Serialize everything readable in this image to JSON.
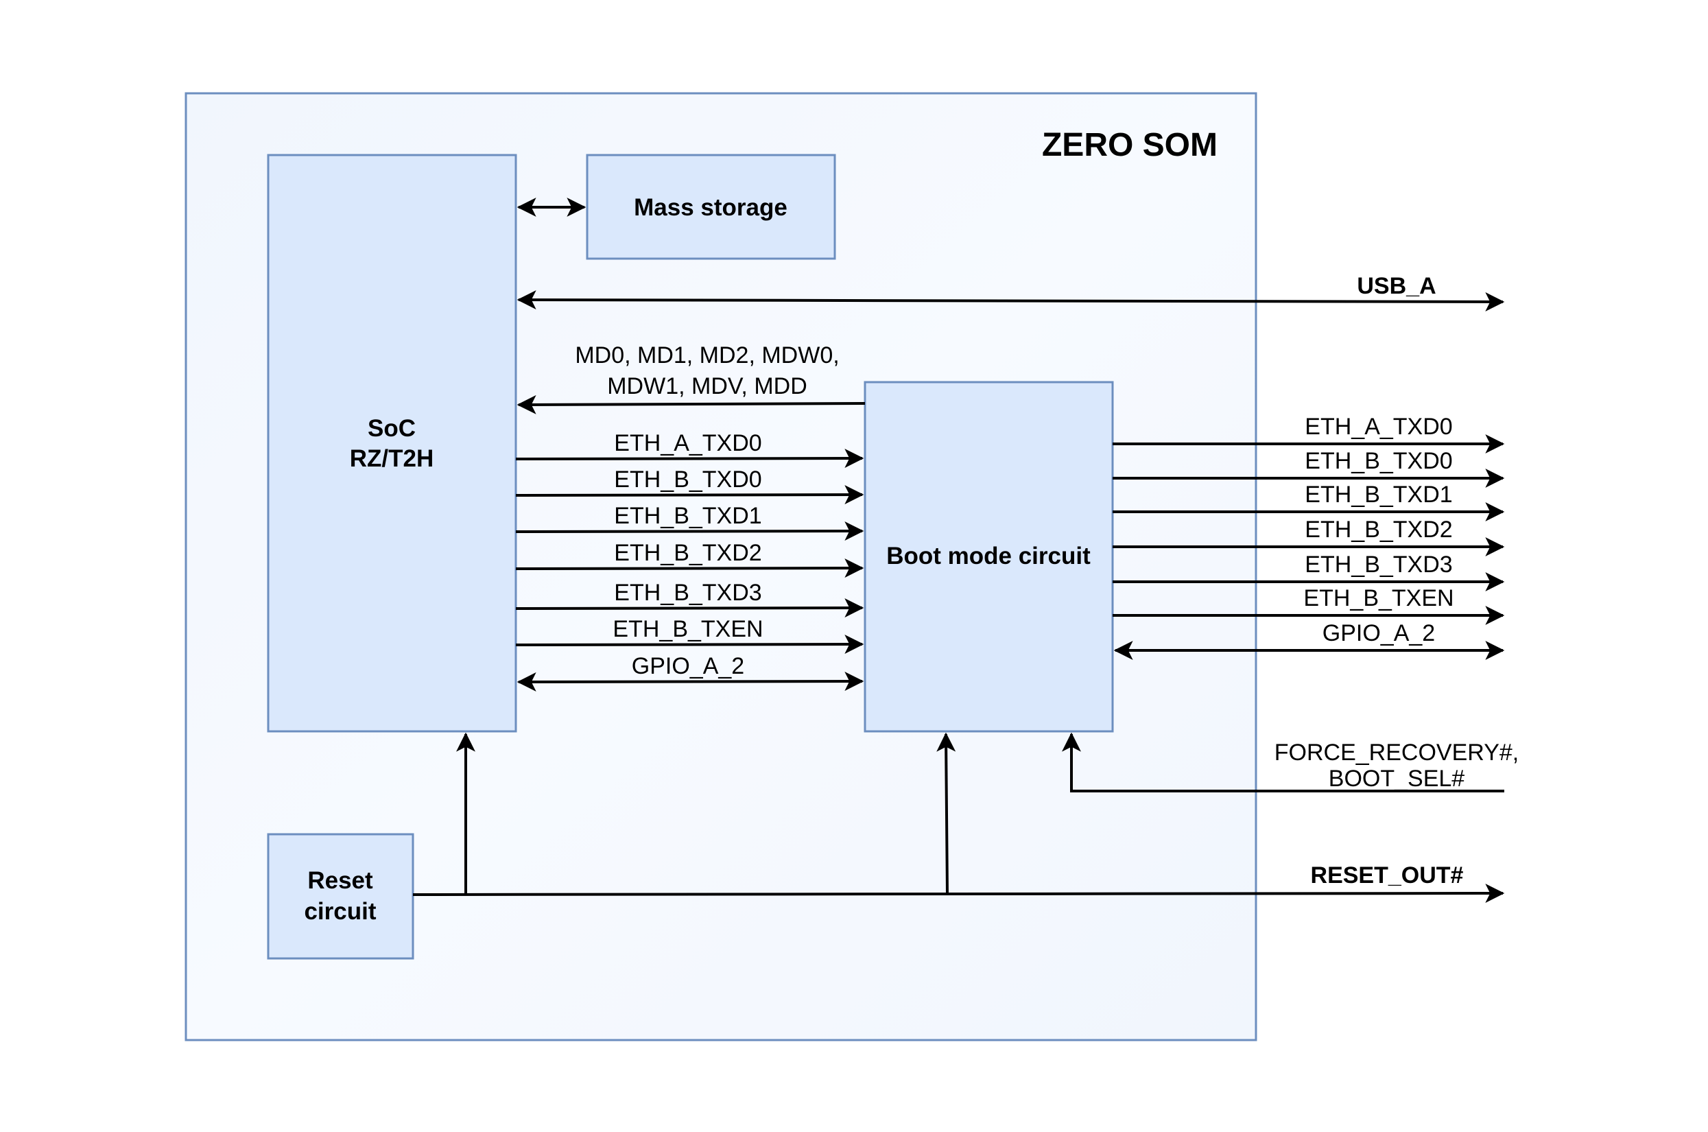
{
  "diagram": {
    "title": "ZERO SOM",
    "blocks": {
      "soc": {
        "line1": "SoC",
        "line2": "RZ/T2H"
      },
      "mass_storage": {
        "label": "Mass storage"
      },
      "boot_mode": {
        "label": "Boot mode circuit"
      },
      "reset": {
        "line1": "Reset",
        "line2": "circuit"
      }
    },
    "colors": {
      "block_fill": "#dae8fc",
      "block_border": "#6c8ebf",
      "outer_fill": "#f2f7fd",
      "wire": "#000000"
    },
    "external_signals": {
      "usb": "USB_A",
      "reset_out": "RESET_OUT#",
      "force_recovery_line1": "FORCE_RECOVERY#,",
      "force_recovery_line2": "BOOT_SEL#"
    },
    "mode_pins": {
      "line1": "MD0, MD1, MD2, MDW0,",
      "line2": "MDW1, MDV, MDD"
    },
    "soc_to_boot_signals": [
      {
        "label": "ETH_A_TXD0",
        "direction": "to-boot"
      },
      {
        "label": "ETH_B_TXD0",
        "direction": "to-boot"
      },
      {
        "label": "ETH_B_TXD1",
        "direction": "to-boot"
      },
      {
        "label": "ETH_B_TXD2",
        "direction": "to-boot"
      },
      {
        "label": "ETH_B_TXD3",
        "direction": "to-boot"
      },
      {
        "label": "ETH_B_TXEN",
        "direction": "to-boot"
      },
      {
        "label": "GPIO_A_2",
        "direction": "bidirectional"
      }
    ],
    "boot_output_signals": [
      {
        "label": "ETH_A_TXD0",
        "direction": "out"
      },
      {
        "label": "ETH_B_TXD0",
        "direction": "out"
      },
      {
        "label": "ETH_B_TXD1",
        "direction": "out"
      },
      {
        "label": "ETH_B_TXD2",
        "direction": "out"
      },
      {
        "label": "ETH_B_TXD3",
        "direction": "out"
      },
      {
        "label": "ETH_B_TXEN",
        "direction": "out"
      },
      {
        "label": "GPIO_A_2",
        "direction": "bidirectional"
      }
    ]
  }
}
